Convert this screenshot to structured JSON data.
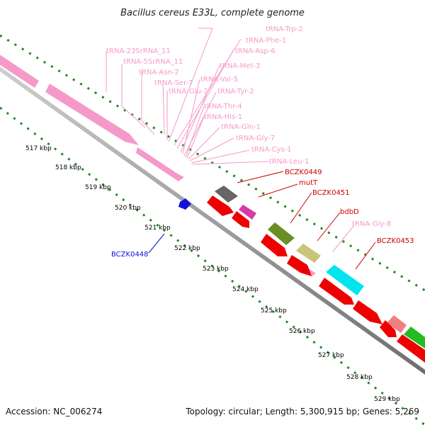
{
  "title": "Bacillus cereus E33L, complete genome",
  "footer": {
    "accession": "Accession: NC_006274",
    "summary": "Topology: circular; Length: 5,300,915 bp; Genes: 5,269"
  },
  "colors": {
    "rna": "#f59ac8",
    "cds": "#ee0000",
    "reverse_cds": "#1010e0",
    "dots": "#1c8a1c",
    "backbone": "#8a8a8a"
  },
  "ticks": [
    "517 kbp",
    "518 kbp",
    "519 kbp",
    "520 kbp",
    "521 kbp",
    "522 kbp",
    "523 kbp",
    "524 kbp",
    "525 kbp",
    "526 kbp",
    "527 kbp",
    "528 kbp",
    "529 kbp"
  ],
  "labels": {
    "rna": [
      "tRNA-Trp-2",
      "tRNA-Phe-1",
      "tRNA-Asp-6",
      "tRNA-23SrRNA_11",
      "tRNA-5SrRNA_11",
      "tRNA-Met-3",
      "tRNA-Asn-2",
      "tRNA-Val-5",
      "tRNA-Ser-7",
      "tRNA-Glu-2",
      "tRNA-Tyr-2",
      "tRNA-Thr-4",
      "tRNA-His-1",
      "tRNA-Gln-1",
      "tRNA-Gly-7",
      "tRNA-Cys-1",
      "tRNA-Leu-1",
      "tRNA-Gly-8"
    ],
    "cds": [
      "BCZK0449",
      "mutT",
      "BCZK0451",
      "bdbD",
      "BCZK0453"
    ],
    "reverse": [
      "BCZK0448"
    ]
  }
}
